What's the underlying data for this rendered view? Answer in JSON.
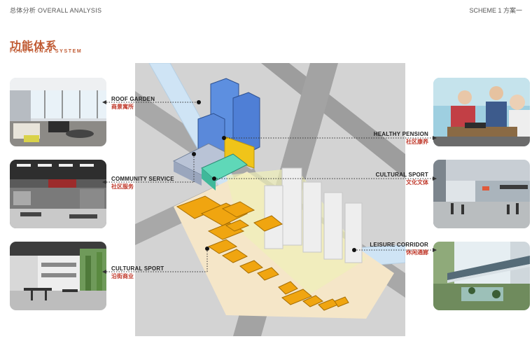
{
  "header": {
    "left": "总体分析 OVERALL ANALYSIS",
    "right": "SCHEME 1 方案一"
  },
  "section": {
    "title_cn": "功能体系",
    "title_en": "FUNCTIONAL SYSTEM"
  },
  "labels": {
    "roof_garden": {
      "en": "ROOF GARDEN",
      "cn": "商景寓所"
    },
    "community_service": {
      "en": "COMMUNITY SERVICE",
      "cn": "社区服务"
    },
    "cultural_sport_left": {
      "en": "CULTURAL SPORT",
      "cn": "沿街商业"
    },
    "healthy_pension": {
      "en": "HEALTHY PENSION",
      "cn": "社区康养"
    },
    "cultural_sport_right": {
      "en": "CULTURAL SPORT",
      "cn": "文化文体"
    },
    "leisure_corridor": {
      "en": "LEISURE CORRIDOR",
      "cn": "休闲通廊"
    }
  },
  "colors": {
    "accent": "#c05a32",
    "label_cn": "#c0392b",
    "tower_blue": "#4f7fd6",
    "podium_yellow": "#f0c419",
    "retail_orange": "#f0a510",
    "community_teal": "#5fd8b8",
    "service_gray": "#b9c3d6",
    "water": "#cfe4f5",
    "road": "#9a9a9a"
  }
}
